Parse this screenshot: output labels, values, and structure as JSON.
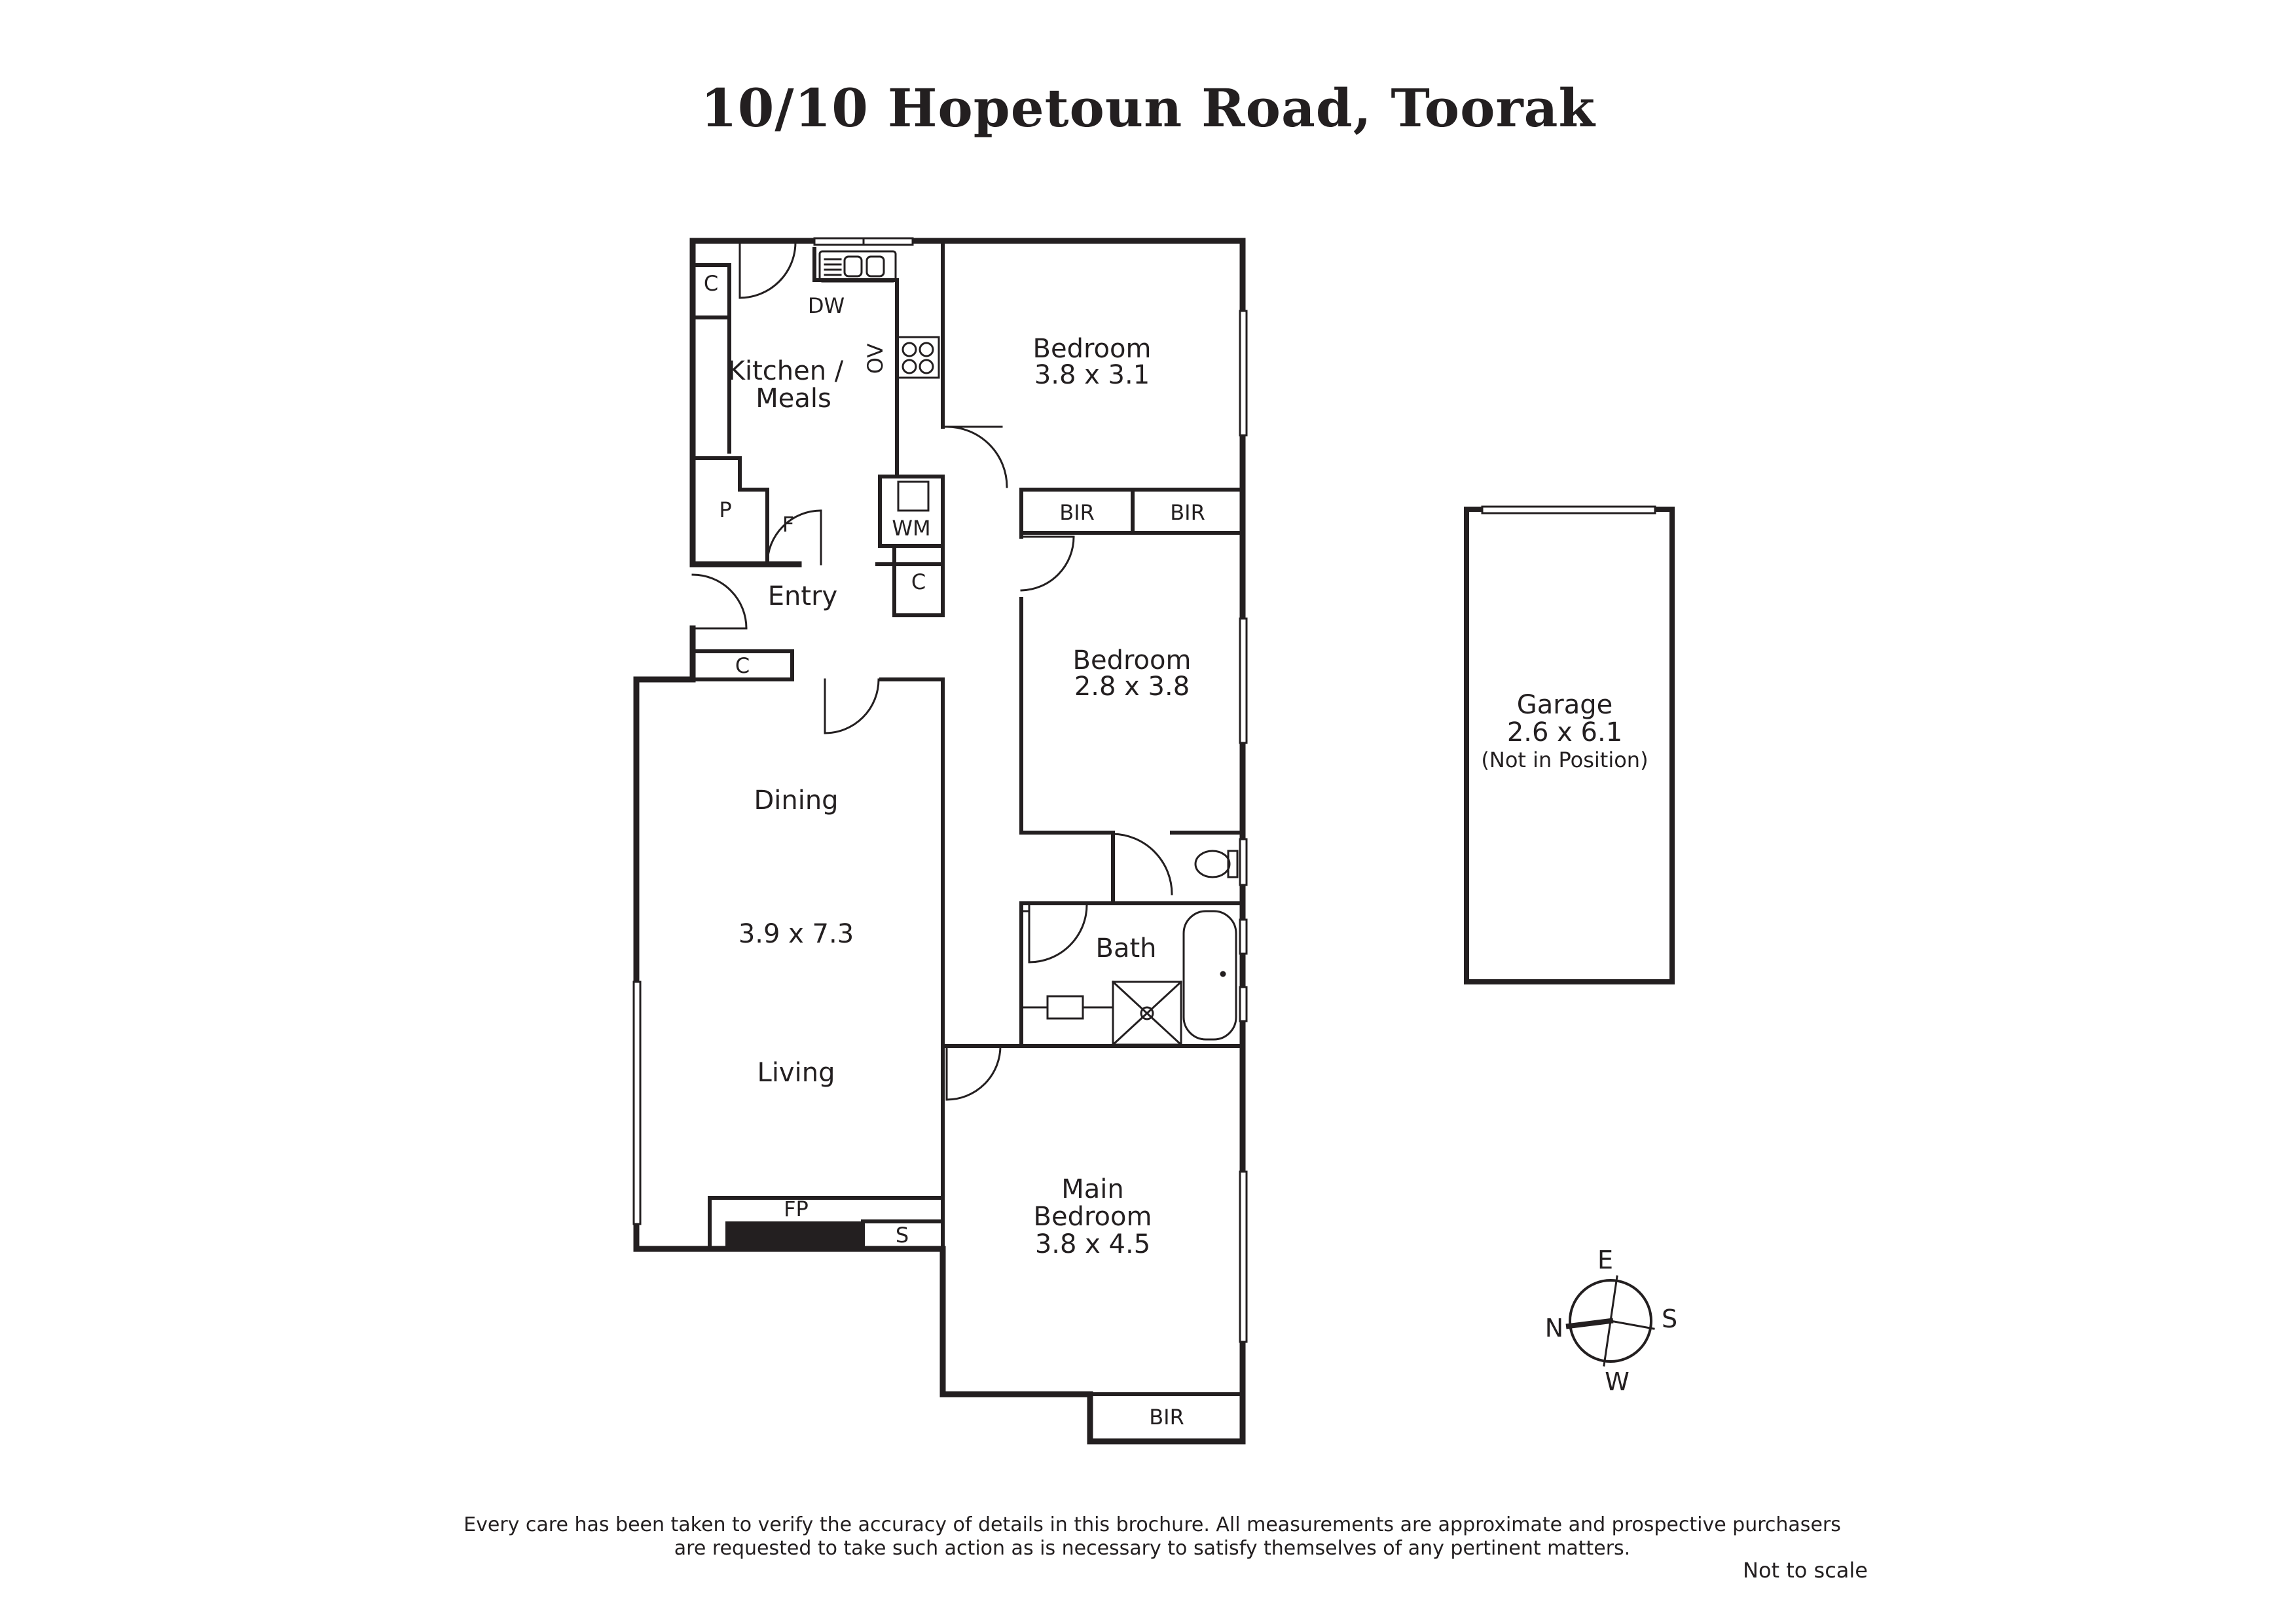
{
  "title": "10/10 Hopetoun Road, Toorak",
  "rooms": {
    "kitchen": "Kitchen /",
    "kitchen_line2": "Meals",
    "entry": "Entry",
    "bedroom1": "Bedroom",
    "bedroom1_size": "3.8 x 3.1",
    "bedroom2": "Bedroom",
    "bedroom2_size": "2.8 x 3.8",
    "dining": "Dining",
    "living_size": "3.9 x 7.3",
    "living": "Living",
    "bath": "Bath",
    "main_bedroom": "Main",
    "main_bedroom_line2": "Bedroom",
    "main_bedroom_size": "3.8 x 4.5",
    "garage": "Garage",
    "garage_size": "2.6 x 6.1",
    "garage_note": "(Not in Position)"
  },
  "fixtures": {
    "cupboard_kitchen": "C",
    "dishwasher": "DW",
    "oven": "OV",
    "pantry": "P",
    "fridge": "F",
    "washing_machine": "WM",
    "cupboard_laundry": "C",
    "cupboard_entry": "C",
    "bir1": "BIR",
    "bir2": "BIR",
    "bir_main": "BIR",
    "fireplace": "FP",
    "storage": "S"
  },
  "compass": {
    "north": "N",
    "east": "E",
    "south": "S",
    "west": "W"
  },
  "disclaimer": {
    "line1": "Every care has been taken to verify the accuracy of details in this brochure.  All measurements are approximate and prospective purchasers",
    "line2": "are requested to take such action as is necessary to satisfy themselves of any pertinent matters."
  },
  "not_to_scale": "Not to scale",
  "colors": {
    "wall": "#231f20",
    "background": "#ffffff",
    "fireplace": "#231f20"
  }
}
